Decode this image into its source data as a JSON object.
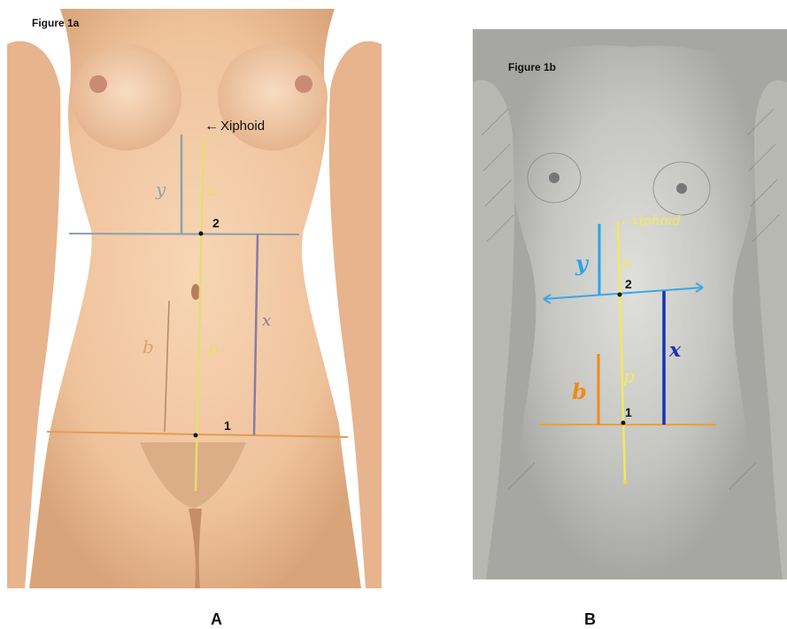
{
  "panel_a": {
    "figure_label": "Figure 1a",
    "xiphoid_label": "Xiphoid",
    "arrow_glyph": "←",
    "letters": {
      "y": "y",
      "a": "a",
      "x": "x",
      "b": "b",
      "p": "p"
    },
    "points": {
      "p1": "1",
      "p2": "2"
    },
    "caption": "A",
    "colors": {
      "skin": "#f1c9a5",
      "y_line": "#8ea3a8",
      "a_line": "#e9dc72",
      "x_line": "#8a7aa6",
      "b_line": "#e2a066",
      "level1": "#e39b55",
      "level2": "#8aa0ab"
    }
  },
  "panel_b": {
    "figure_label": "Figure 1b",
    "xiphoid_label": "xiphoid",
    "arrow_glyph": "←",
    "letters": {
      "y": "y",
      "a": "a",
      "x": "x",
      "b": "b",
      "p": "p"
    },
    "points": {
      "p1": "1",
      "p2": "2"
    },
    "caption": "B",
    "colors": {
      "paper": "#a6a6a2",
      "y_line": "#2aa4e8",
      "a_line": "#f2ea5a",
      "x_line": "#1432b8",
      "b_line": "#ee8a1a",
      "level1": "#f0a030",
      "level2": "#39a7e6"
    }
  }
}
